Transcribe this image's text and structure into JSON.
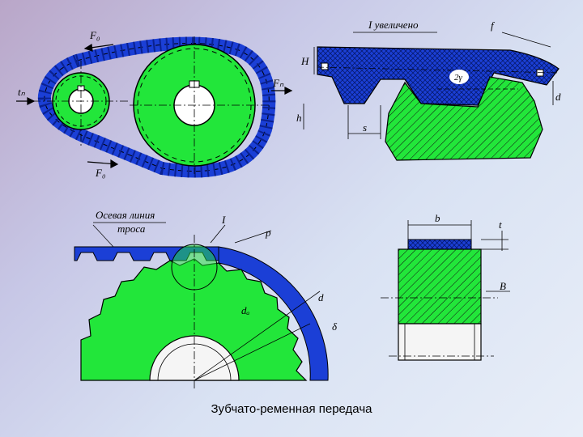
{
  "caption": "Зубчато-ременная передача",
  "colors": {
    "belt": "#1b3fd6",
    "belt_dark": "#0a2190",
    "pulley": "#22e63a",
    "line": "#000000"
  },
  "labels": {
    "f0_top": "F₀",
    "f0_bottom": "F₀",
    "ft_left": "tₙ",
    "ft_right": "Fₙ",
    "detail_title": "I увеличено",
    "f": "f",
    "H": "H",
    "h": "h",
    "s": "s",
    "d": "d",
    "axial_line": "Осевая линия\nтроса",
    "roman_one": "I",
    "p": "p",
    "da": "dₐ",
    "d2": "d",
    "delta": "δ",
    "b": "b",
    "t": "t",
    "B": "B"
  }
}
